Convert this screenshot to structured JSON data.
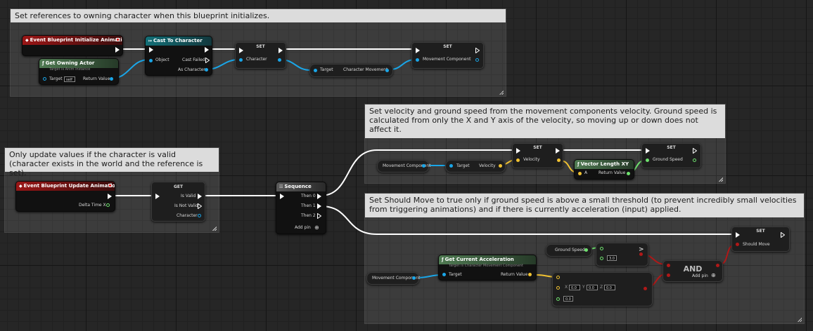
{
  "comments": {
    "init": "Set references to owning character when this blueprint initializes.",
    "velocity": "Set velocity and ground speed from the movement components velocity. Ground speed is calculated from only the X and Y axis of the velocity, so moving up or down does not affect it.",
    "valid": "Only update values if the character is valid (character exists in the world and the reference is set).",
    "move": "Set Should Move to true only if ground speed is above a small threshold (to prevent incredibly small velocities from triggering animations) and if there is currently acceleration (input) applied."
  },
  "nodes": {
    "init_event": {
      "title": "Event Blueprint Initialize Animation"
    },
    "get_owning_actor": {
      "title": "Get Owning Actor",
      "subtitle": "Target is Anim Instance",
      "target_label": "Target",
      "target_value": "self",
      "return_label": "Return Value"
    },
    "cast": {
      "title": "Cast To Character",
      "object_label": "Object",
      "failed_label": "Cast Failed",
      "as_label": "As Character"
    },
    "set_character": {
      "title": "SET",
      "pin_label": "Character"
    },
    "get_char_movement": {
      "target_label": "Target",
      "out_label": "Character Movement"
    },
    "set_movement_comp": {
      "title": "SET",
      "pin_label": "Movement Component"
    },
    "update_event": {
      "title": "Event Blueprint Update Animation",
      "delta_label": "Delta Time X"
    },
    "get_valid": {
      "title": "GET",
      "valid_label": "Is Valid",
      "not_valid_label": "Is Not Valid",
      "char_label": "Character"
    },
    "sequence": {
      "title": "Sequence",
      "then0": "Then 0",
      "then1": "Then 1",
      "then2": "Then 2",
      "add_pin": "Add pin"
    },
    "movement_var1": {
      "label": "Movement Component"
    },
    "get_velocity": {
      "target_label": "Target",
      "out_label": "Velocity"
    },
    "set_velocity": {
      "title": "SET",
      "pin_label": "Velocity"
    },
    "vlen": {
      "title": "Vector Length XY",
      "a_label": "A",
      "return_label": "Return Value"
    },
    "set_ground": {
      "title": "SET",
      "pin_label": "Ground Speed"
    },
    "ground_var": {
      "label": "Ground Speed"
    },
    "greater": {
      "symbol": ">",
      "value": "3.0"
    },
    "set_should_move": {
      "title": "SET",
      "pin_label": "Should Move"
    },
    "movement_var2": {
      "label": "Movement Component"
    },
    "get_accel": {
      "title": "Get Current Acceleration",
      "subtitle": "Target is Character Movement Component",
      "target_label": "Target",
      "return_label": "Return Value"
    },
    "not_equal": {
      "x_label": "X",
      "x_value": "0.0",
      "y_label": "Y",
      "y_value": "0.0",
      "z_label": "Z",
      "z_value": "0.0",
      "tol_value": "0.0"
    },
    "and": {
      "title": "AND",
      "add_pin": "Add pin"
    }
  },
  "colors": {
    "object_pin": "#1aa6e8",
    "vector_pin": "#f1c232",
    "bool_pin": "#b01818",
    "float_pin": "#6ee16e",
    "exec": "#ffffff"
  }
}
